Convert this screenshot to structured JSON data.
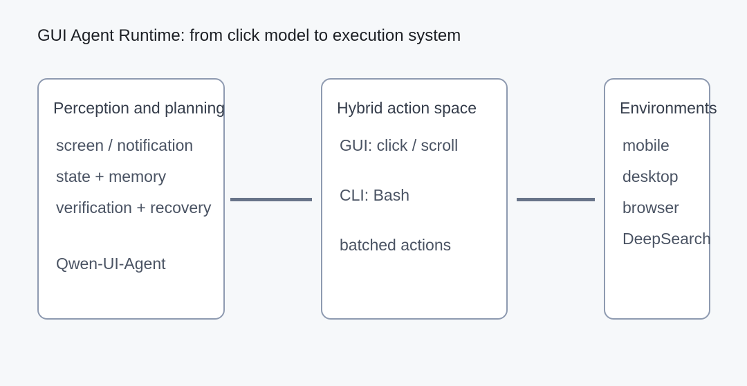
{
  "title": "GUI Agent Runtime: from click model to execution system",
  "boxes": [
    {
      "title": "Perception and planning",
      "items": [
        "screen / notification",
        "state + memory",
        "verification + recovery",
        "Qwen-UI-Agent"
      ]
    },
    {
      "title": "Hybrid action space",
      "items": [
        "GUI: click / scroll",
        "CLI: Bash",
        "batched actions"
      ]
    },
    {
      "title": "Environments",
      "items": [
        "mobile",
        "desktop",
        "browser",
        "DeepSearch"
      ]
    }
  ],
  "colors": {
    "background": "#f6f8fa",
    "box_border": "#8e9ab0",
    "connector": "#687489",
    "title_text": "#1c1f24",
    "box_title_text": "#353d4b",
    "item_text": "#4a5363"
  }
}
